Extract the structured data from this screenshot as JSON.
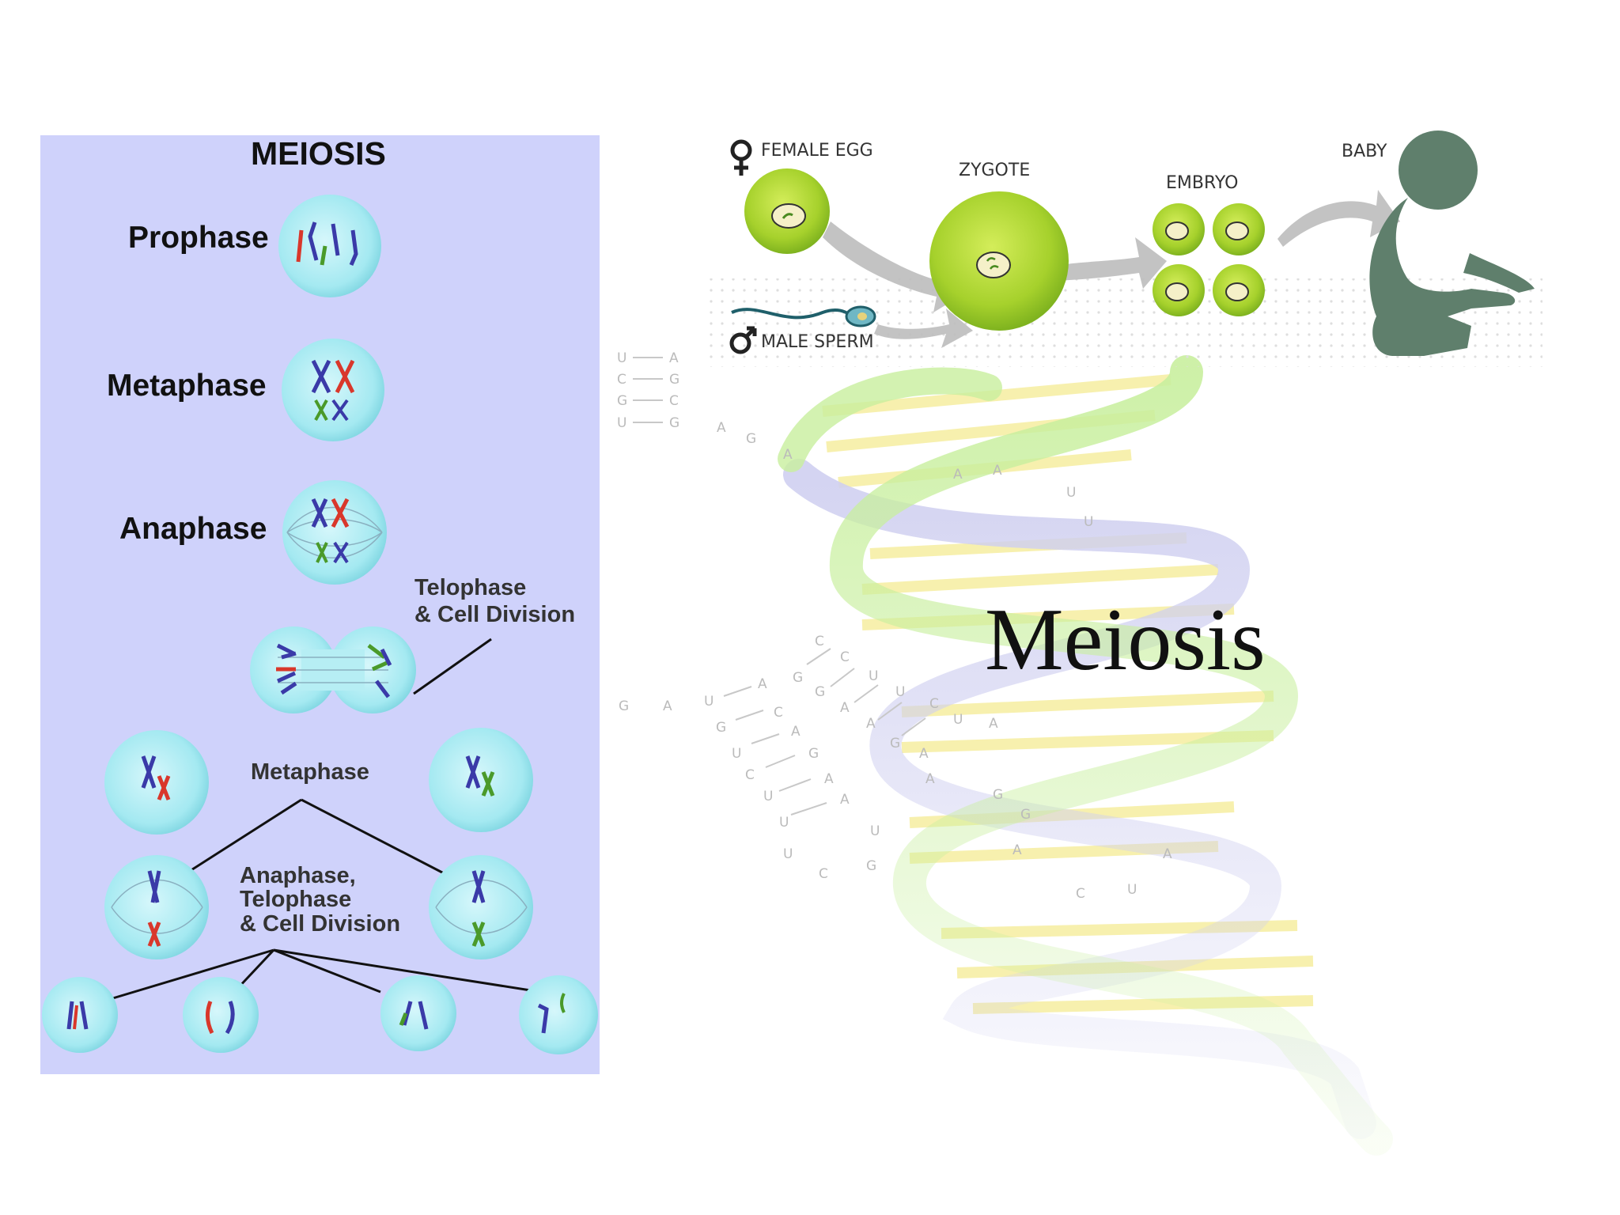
{
  "slide": {
    "title": "Meiosis"
  },
  "meiosis_diagram": {
    "title": "MEIOSIS",
    "stages": {
      "prophase": "Prophase",
      "metaphase": "Metaphase",
      "anaphase": "Anaphase",
      "telophase_line1": "Telophase",
      "telophase_line2": "& Cell Division",
      "metaphase_2": "Metaphase",
      "anaphase_2_line1": "Anaphase,",
      "anaphase_2_line2": "Telophase",
      "anaphase_2_line3": "& Cell Division"
    },
    "colors": {
      "panel_bg": "#cfd2fb",
      "cell_fill": "#a8ecf3",
      "chrom_red": "#d9372b",
      "chrom_blue": "#3a3aa8",
      "chrom_green": "#4a9a2a"
    }
  },
  "fertilization_diagram": {
    "female_egg": "FEMALE EGG",
    "male_sperm": "MALE SPERM",
    "zygote": "ZYGOTE",
    "embryo": "EMBRYO",
    "baby": "BABY",
    "female_icon": "female-symbol-icon",
    "male_icon": "male-symbol-icon",
    "colors": {
      "cell_green": "#9ccc2a",
      "arrow_grey": "#b8b8b8",
      "baby_silhouette": "#5f7f6c",
      "sperm_teal": "#1f5f6a"
    }
  },
  "dna_background": {
    "rna_pairs": [
      "U",
      "A",
      "C",
      "G",
      "G",
      "C",
      "U",
      "G"
    ],
    "colors": {
      "strand_green": "#c8ef9e",
      "strand_purple": "#d4d4ef",
      "rungs_yellow": "#f7ee9a"
    }
  }
}
